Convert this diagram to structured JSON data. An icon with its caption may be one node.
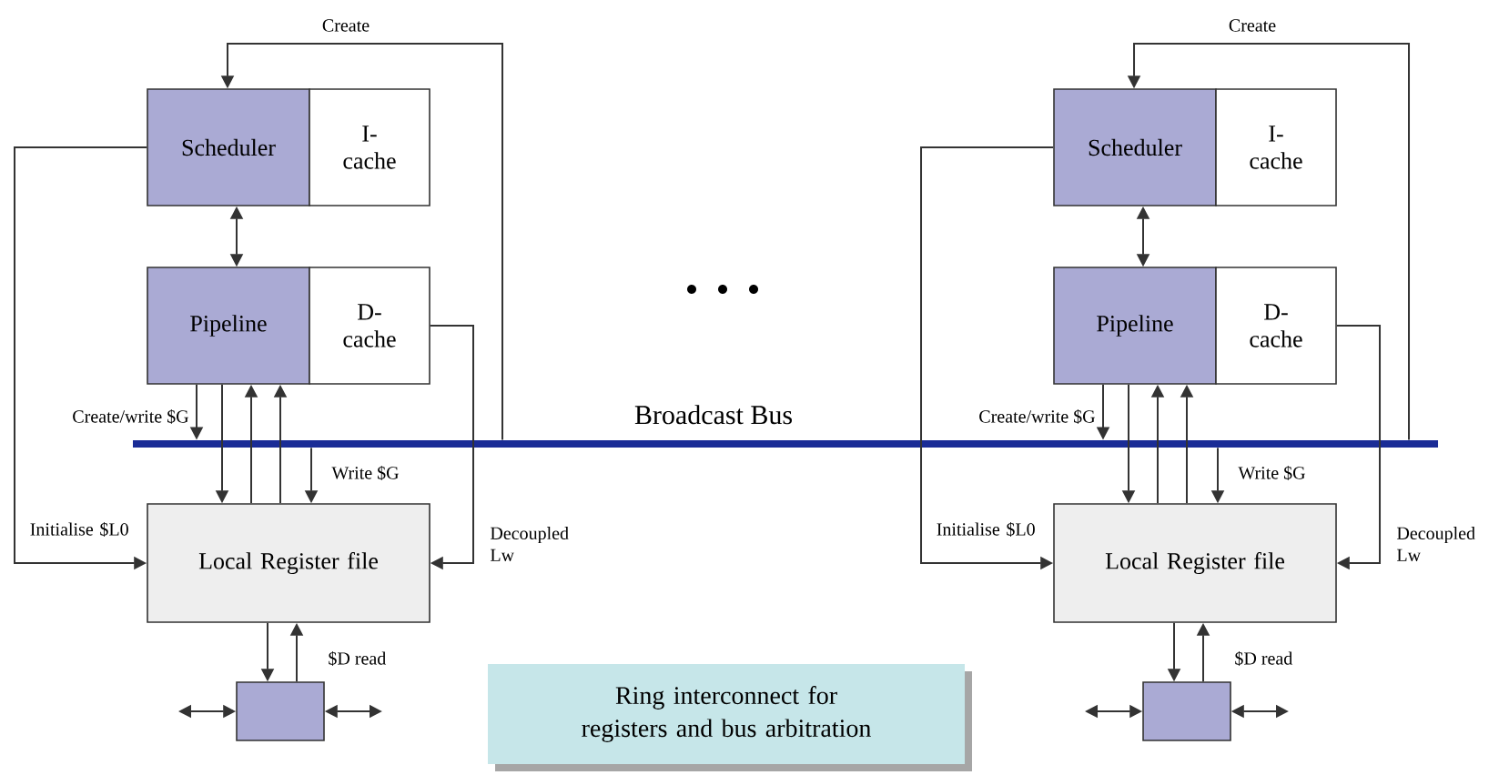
{
  "diagram": {
    "nodes": [
      {
        "text": [
          "Scheduler"
        ]
      },
      {
        "text": [
          "I- cache"
        ]
      },
      {
        "text": [
          "Pipeline"
        ]
      },
      {
        "text": [
          "D- cache"
        ]
      },
      {
        "text": [
          "Local Register file"
        ]
      },
      {
        "text": [],
        "shape": "box"
      },
      {
        "text": [
          "Broadcast Bus"
        ]
      },
      {
        "text": [
          "Scheduler"
        ]
      },
      {
        "text": [
          "I- cache"
        ]
      },
      {
        "text": [
          "Pipeline"
        ]
      },
      {
        "text": [
          "D- cache"
        ]
      },
      {
        "text": [
          "Local Register file"
        ]
      },
      {
        "text": [],
        "shape": "box"
      },
      {
        "text": [
          "Ring interconnect for registers and bus arbitration"
        ]
      }
    ],
    "edges": [
      {
        "from": 6,
        "to": 0,
        "arrow": "to",
        "label": "Create"
      },
      {
        "from": 0,
        "to": 2,
        "arrow": "both"
      },
      {
        "from": 0,
        "to": 4,
        "arrow": "to",
        "label": "Initialise $L0"
      },
      {
        "from": 2,
        "to": 6,
        "arrow": "to",
        "label": "Create/write $G"
      },
      {
        "from": 2,
        "to": 4,
        "arrow": "to"
      },
      {
        "from": 4,
        "to": 2,
        "arrow": "to"
      },
      {
        "from": 4,
        "to": 2,
        "arrow": "to"
      },
      {
        "from": 6,
        "to": 4,
        "arrow": "to",
        "label": "Write $G"
      },
      {
        "from": 3,
        "to": 4,
        "arrow": "to",
        "label": "Decoupled Lw"
      },
      {
        "from": 4,
        "to": 5,
        "arrow": "to"
      },
      {
        "from": 5,
        "to": 4,
        "arrow": "to",
        "label": "$D read"
      },
      {
        "from": null,
        "to": 5,
        "arrow": "both"
      },
      {
        "from": 5,
        "to": null,
        "arrow": "both"
      },
      {
        "from": 6,
        "to": 7,
        "arrow": "to",
        "label": "Create"
      },
      {
        "from": 7,
        "to": 9,
        "arrow": "both"
      },
      {
        "from": 7,
        "to": 11,
        "arrow": "to",
        "label": "Initialise $L0"
      },
      {
        "from": 9,
        "to": 6,
        "arrow": "to",
        "label": "Create/write $G"
      },
      {
        "from": 9,
        "to": 11,
        "arrow": "to"
      },
      {
        "from": 11,
        "to": 9,
        "arrow": "to"
      },
      {
        "from": 11,
        "to": 9,
        "arrow": "to"
      },
      {
        "from": 6,
        "to": 11,
        "arrow": "to",
        "label": "Write $G"
      },
      {
        "from": 10,
        "to": 11,
        "arrow": "to",
        "label": "Decoupled Lw"
      },
      {
        "from": 11,
        "to": 12,
        "arrow": "to"
      },
      {
        "from": 12,
        "to": 11,
        "arrow": "to",
        "label": "$D read"
      },
      {
        "from": null,
        "to": 12,
        "arrow": "both"
      },
      {
        "from": 12,
        "to": null,
        "arrow": "both"
      }
    ]
  }
}
